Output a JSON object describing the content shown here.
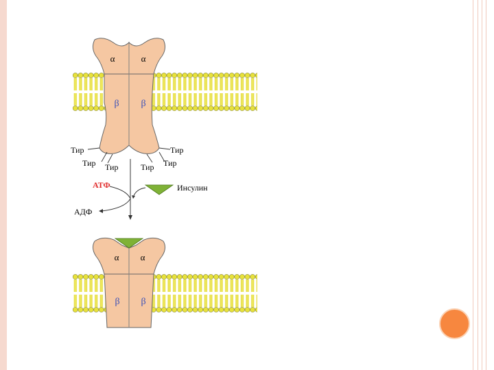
{
  "diagram": {
    "alpha": "α",
    "beta": "β",
    "tyrosine": "Тир",
    "atp": "АТФ",
    "adp": "АДФ",
    "insulin": "Инсулин"
  },
  "colors": {
    "receptor": "#f5c7a2",
    "receptor_outline": "#555555",
    "lipid_head": "#e8e23a",
    "lipid_tail": "#f0e840",
    "insulin": "#7fb236",
    "atp_text": "#e02a2a",
    "accent_circle": "#f7873f",
    "frame": "#f6d9cf"
  }
}
